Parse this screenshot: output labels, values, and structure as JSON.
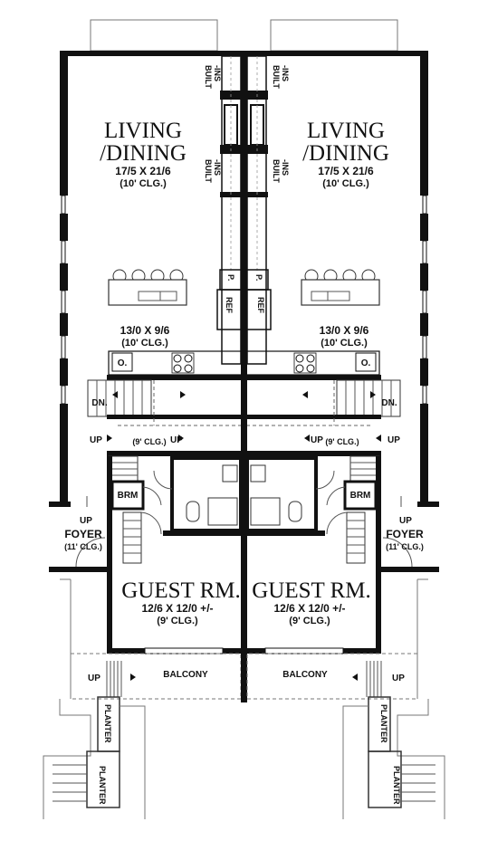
{
  "units": [
    {
      "living_name_line1": "LIVING",
      "living_name_line2": "/DINING",
      "living_dims": "17/5 X 21/6",
      "living_clg": "(10' CLG.)",
      "builtins_top": [
        "BUILT",
        "-INS"
      ],
      "builtins_bottom": [
        "BUILT",
        "-INS"
      ],
      "pantry": "P.",
      "ref": "REF",
      "kitchen_dims": "13/0 X 9/6",
      "kitchen_clg": "(10' CLG.)",
      "oven": "O.",
      "down": "DN.",
      "up_hall": "UP",
      "up_stair": "UP",
      "hall_clg": "(9' CLG.)",
      "brm": "BRM",
      "foyer_up": "UP",
      "foyer": "FOYER",
      "foyer_clg": "(11' CLG.)",
      "guest_name": "GUEST RM.",
      "guest_dims": "12/6 X 12/0 +/-",
      "guest_clg": "(9' CLG.)",
      "balcony": "BALCONY",
      "balcony_up": "UP",
      "planter_upper": "PLANTER",
      "planter_lower": "PLANTER"
    },
    {
      "living_name_line1": "LIVING",
      "living_name_line2": "/DINING",
      "living_dims": "17/5 X 21/6",
      "living_clg": "(10' CLG.)",
      "builtins_top": [
        "BUILT",
        "-INS"
      ],
      "builtins_bottom": [
        "BUILT",
        "-INS"
      ],
      "pantry": "P.",
      "ref": "REF",
      "kitchen_dims": "13/0 X 9/6",
      "kitchen_clg": "(10' CLG.)",
      "oven": "O.",
      "down": "DN.",
      "up_hall": "UP",
      "up_stair": "UP",
      "hall_clg": "(9' CLG.)",
      "brm": "BRM",
      "foyer_up": "UP",
      "foyer": "FOYER",
      "foyer_clg": "(11' CLG.)",
      "guest_name": "GUEST RM.",
      "guest_dims": "12/6 X 12/0 +/-",
      "guest_clg": "(9' CLG.)",
      "balcony": "BALCONY",
      "balcony_up": "UP",
      "planter_upper": "PLANTER",
      "planter_lower": "PLANTER"
    }
  ],
  "colors": {
    "wall": "#111111",
    "line": "#444444",
    "background": "#ffffff"
  }
}
